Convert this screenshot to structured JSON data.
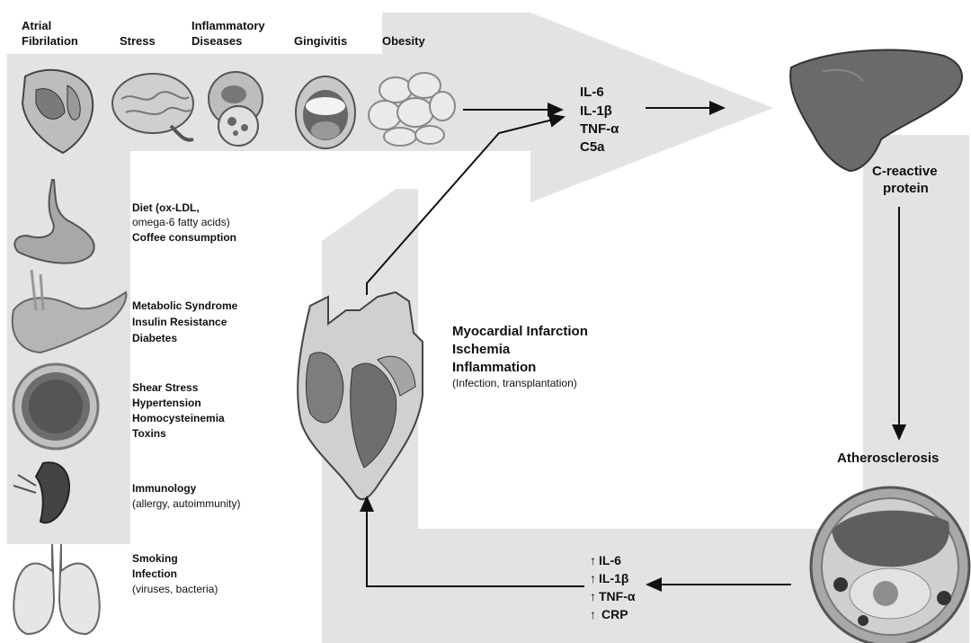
{
  "top_labels": {
    "atrial_1": "Atrial",
    "atrial_2": "Fibrilation",
    "stress": "Stress",
    "inflammatory_1": "Inflammatory",
    "inflammatory_2": "Diseases",
    "gingivitis": "Gingivitis",
    "obesity": "Obesity"
  },
  "cytokines_top": [
    "IL-6",
    "IL-1β",
    "TNF-α",
    "C5a"
  ],
  "liver_label": [
    "C-reactive",
    "protein"
  ],
  "athero_label": "Atherosclerosis",
  "cytokines_bottom": [
    "IL-6",
    "IL-1β",
    "TNF-α",
    "CRP"
  ],
  "left_factors": {
    "diet": [
      "Diet (ox-LDL,",
      "omega-6 fatty acids)",
      "Coffee consumption"
    ],
    "metabolic": [
      "Metabolic Syndrome",
      "Insulin Resistance",
      "Diabetes"
    ],
    "shear": [
      "Shear Stress",
      "Hypertension",
      "Homocysteinemia",
      "Toxins"
    ],
    "immunology": [
      "Immunology",
      "(allergy, autoimmunity)"
    ],
    "smoking": [
      "Smoking",
      "Infection",
      "(viruses, bacteria)"
    ]
  },
  "mi_label": {
    "line1": "Myocardial Infarction",
    "line2": "Ischemia",
    "line3": "Inflammation",
    "line4": "(Infection, transplantation)"
  },
  "colors": {
    "band": "#e3e3e3",
    "organ_dark": "#555555",
    "organ_mid": "#8c8c8c",
    "organ_light": "#c8c8c8",
    "arrow": "#111111"
  }
}
